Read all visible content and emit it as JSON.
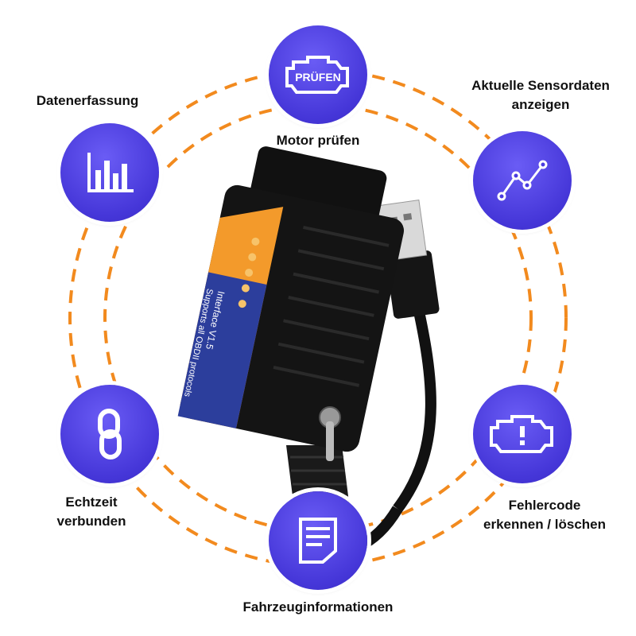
{
  "features": {
    "motor": {
      "label": "Motor prüfen",
      "icon": "check-engine-icon",
      "icon_text": "PRÜFEN"
    },
    "sensor": {
      "label_line1": "Aktuelle Sensordaten",
      "label_line2": "anzeigen",
      "icon": "line-chart-icon"
    },
    "data": {
      "label": "Datenerfassung",
      "icon": "bar-chart-icon"
    },
    "realtime": {
      "label_line1": "Echtzeit",
      "label_line2": "verbunden",
      "icon": "link-icon"
    },
    "fault": {
      "label_line1": "Fehlercode",
      "label_line2": "erkennen / löschen",
      "icon": "engine-warning-icon"
    },
    "vehicle": {
      "label": "Fahrzeuginformationen",
      "icon": "document-icon"
    }
  },
  "device": {
    "line1": "Interface V1.5",
    "line2": "Supports all OBDII protocols"
  },
  "colors": {
    "accent": "#f28a1e",
    "badge": "#4a3be0",
    "label_blue": "#2c3e9c",
    "label_orange": "#f39a2b"
  }
}
